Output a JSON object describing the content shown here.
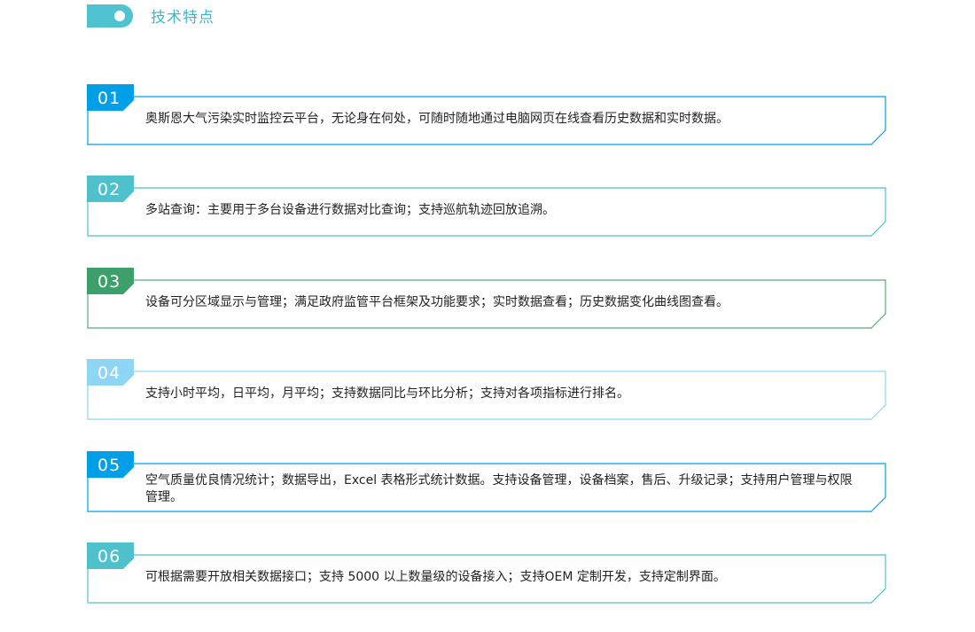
{
  "header": {
    "title": "技术特点",
    "toggle_color": "#4fc3d0"
  },
  "features": [
    {
      "number": "01",
      "text": "奥斯恩大气污染实时监控云平台，无论身在何处，可随时随地通过电脑网页在线查看历史数据和实时数据。",
      "tab_color": "#009fe8",
      "border_color": "#009fe8"
    },
    {
      "number": "02",
      "text": "多站查询：主要用于多台设备进行数据对比查询；支持巡航轨迹回放追溯。",
      "tab_color": "#4ec1cc",
      "border_color": "#4ec1cc"
    },
    {
      "number": "03",
      "text": "设备可分区域显示与管理；满足政府监管平台框架及功能要求；实时数据查看；历史数据变化曲线图查看。",
      "tab_color": "#3d9f6a",
      "border_color": "#5aa97a"
    },
    {
      "number": "04",
      "text": "支持小时平均，日平均，月平均；支持数据同比与环比分析；支持对各项指标进行排名。",
      "tab_color": "#8ed6f3",
      "border_color": "#8ed6f3"
    },
    {
      "number": "05",
      "text": "空气质量优良情况统计；数据导出，Excel 表格形式统计数据。支持设备管理，设备档案，售后、升级记录；支持用户管理与权限管理。",
      "tab_color": "#009fe8",
      "border_color": "#009fe8"
    },
    {
      "number": "06",
      "text": "可根据需要开放相关数据接口；支持 5000 以上数量级的设备接入；支持OEM 定制开发，支持定制界面。",
      "tab_color": "#4ec1cc",
      "border_color": "#4ec1cc"
    }
  ]
}
